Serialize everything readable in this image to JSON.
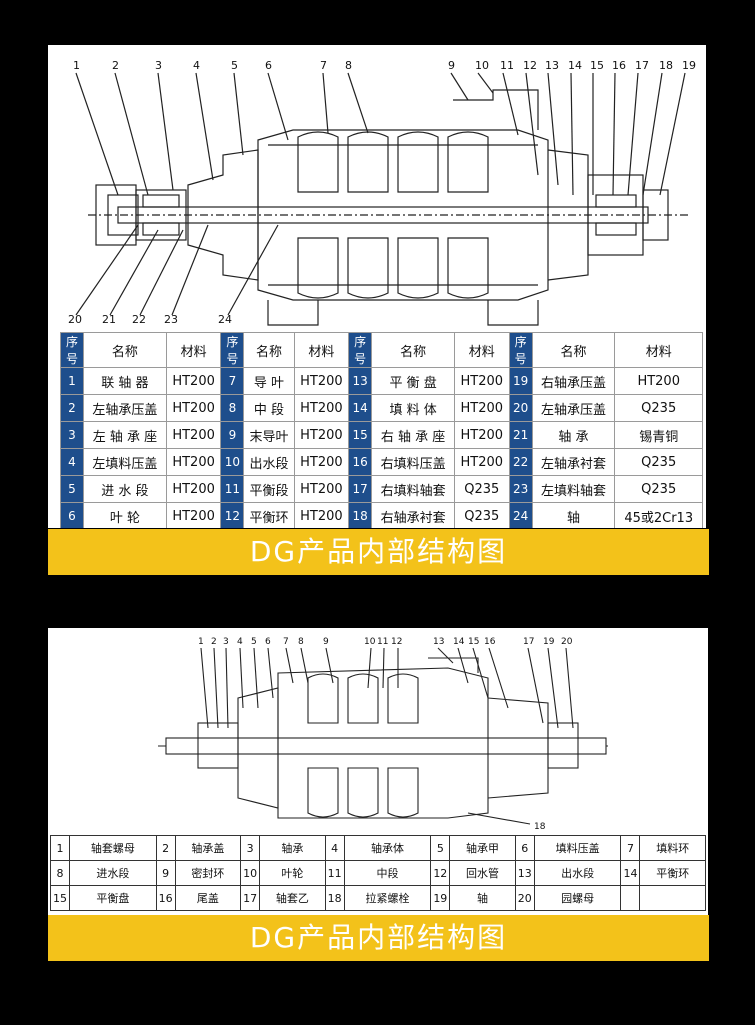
{
  "diagram1": {
    "callouts_top": [
      "1",
      "2",
      "3",
      "4",
      "5",
      "6",
      "7",
      "8",
      "9",
      "10",
      "11",
      "12",
      "13",
      "14",
      "15",
      "16",
      "17",
      "18",
      "19"
    ],
    "callouts_bottom": [
      "20",
      "21",
      "22",
      "23",
      "24"
    ],
    "table": {
      "headers": [
        {
          "no": "序号",
          "name": "名称",
          "material": "材料"
        },
        {
          "no": "序号",
          "name": "名称",
          "material": "材料"
        },
        {
          "no": "序号",
          "name": "名称",
          "material": "材料"
        },
        {
          "no": "序号",
          "name": "名称",
          "material": "材料"
        }
      ],
      "rows": [
        [
          {
            "no": "1",
            "name": "联 轴 器",
            "material": "HT200"
          },
          {
            "no": "7",
            "name": "导 叶",
            "material": "HT200"
          },
          {
            "no": "13",
            "name": "平 衡 盘",
            "material": "HT200"
          },
          {
            "no": "19",
            "name": "右轴承压盖",
            "material": "HT200"
          }
        ],
        [
          {
            "no": "2",
            "name": "左轴承压盖",
            "material": "HT200"
          },
          {
            "no": "8",
            "name": "中 段",
            "material": "HT200"
          },
          {
            "no": "14",
            "name": "填 料 体",
            "material": "HT200"
          },
          {
            "no": "20",
            "name": "左轴承压盖",
            "material": "Q235"
          }
        ],
        [
          {
            "no": "3",
            "name": "左 轴 承 座",
            "material": "HT200"
          },
          {
            "no": "9",
            "name": "末导叶",
            "material": "HT200"
          },
          {
            "no": "15",
            "name": "右 轴 承 座",
            "material": "HT200"
          },
          {
            "no": "21",
            "name": "轴    承",
            "material": "锡青铜"
          }
        ],
        [
          {
            "no": "4",
            "name": "左填料压盖",
            "material": "HT200"
          },
          {
            "no": "10",
            "name": "出水段",
            "material": "HT200"
          },
          {
            "no": "16",
            "name": "右填料压盖",
            "material": "HT200"
          },
          {
            "no": "22",
            "name": "左轴承衬套",
            "material": "Q235"
          }
        ],
        [
          {
            "no": "5",
            "name": "进 水 段",
            "material": "HT200"
          },
          {
            "no": "11",
            "name": "平衡段",
            "material": "HT200"
          },
          {
            "no": "17",
            "name": "右填料轴套",
            "material": "Q235"
          },
          {
            "no": "23",
            "name": "左填料轴套",
            "material": "Q235"
          }
        ],
        [
          {
            "no": "6",
            "name": "叶    轮",
            "material": "HT200"
          },
          {
            "no": "12",
            "name": "平衡环",
            "material": "HT200"
          },
          {
            "no": "18",
            "name": "右轴承衬套",
            "material": "Q235"
          },
          {
            "no": "24",
            "name": "轴",
            "material": "45或2Cr13"
          }
        ]
      ]
    }
  },
  "banner1": "DG产品内部结构图",
  "diagram2": {
    "callouts_top": [
      "1",
      "2",
      "3",
      "4",
      "5",
      "6",
      "7",
      "8",
      "9",
      "10",
      "11",
      "12",
      "13",
      "14",
      "15",
      "16",
      "17",
      "19",
      "20"
    ],
    "callout_bottom": "18",
    "table": {
      "rows": [
        [
          {
            "no": "1",
            "name": "轴套螺母"
          },
          {
            "no": "2",
            "name": "轴承盖"
          },
          {
            "no": "3",
            "name": "轴承"
          },
          {
            "no": "4",
            "name": "轴承体"
          },
          {
            "no": "5",
            "name": "轴承甲"
          },
          {
            "no": "6",
            "name": "填料压盖"
          },
          {
            "no": "7",
            "name": "填料环"
          }
        ],
        [
          {
            "no": "8",
            "name": "进水段"
          },
          {
            "no": "9",
            "name": "密封环"
          },
          {
            "no": "10",
            "name": "叶轮"
          },
          {
            "no": "11",
            "name": "中段"
          },
          {
            "no": "12",
            "name": "回水管"
          },
          {
            "no": "13",
            "name": "出水段"
          },
          {
            "no": "14",
            "name": "平衡环"
          }
        ],
        [
          {
            "no": "15",
            "name": "平衡盘"
          },
          {
            "no": "16",
            "name": "尾盖"
          },
          {
            "no": "17",
            "name": "轴套乙"
          },
          {
            "no": "18",
            "name": "拉紧螺栓"
          },
          {
            "no": "19",
            "name": "轴"
          },
          {
            "no": "20",
            "name": "园螺母"
          },
          {
            "no": "",
            "name": ""
          }
        ]
      ]
    }
  },
  "banner2": "DG产品内部结构图"
}
